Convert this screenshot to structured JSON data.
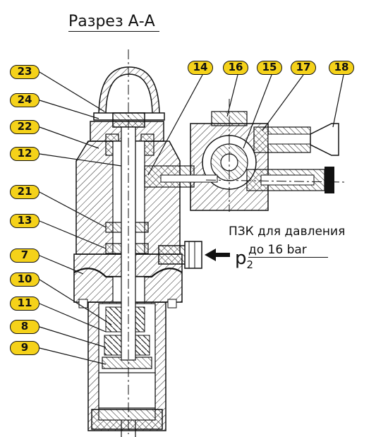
{
  "title": "Разрез А-А",
  "note": {
    "line1": "ПЗК для давления",
    "line2": "до 16 bar"
  },
  "pressure": {
    "symbol": "p",
    "subscript": "2"
  },
  "colors": {
    "badge_fill": "#f5d21a",
    "line": "#111111",
    "hatch": "#222222"
  },
  "callouts_left": [
    "23",
    "24",
    "22",
    "12",
    "21",
    "13",
    "7",
    "10",
    "11",
    "8",
    "9"
  ],
  "callouts_top": [
    "14",
    "16",
    "15",
    "17",
    "18"
  ]
}
